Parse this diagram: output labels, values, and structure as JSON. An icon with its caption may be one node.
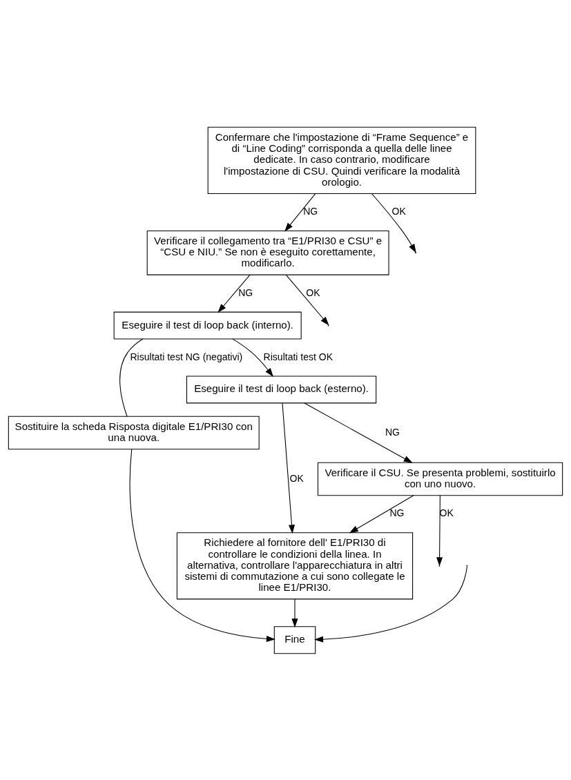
{
  "diagram": {
    "nodes": [
      {
        "text": [
          "Confermare che l'impostazione di “Frame Sequence” e di “Line Coding” corrisponda a quella delle linee dedicate. In caso contrario, modificare l'impostazione di CSU. Quindi verificare la modalità orologio."
        ]
      },
      {
        "text": [
          "Verificare il collegamento tra “E1/PRI30 e CSU” e “CSU e NIU.” Se non è eseguito corettamente, modificarlo."
        ]
      },
      {
        "text": [
          "Eseguire il test di loop back (interno)."
        ]
      },
      {
        "text": [
          "Sostituire la scheda Risposta digitale E1/PRI30 con una nuova."
        ]
      },
      {
        "text": [
          "Eseguire il test di loop back (esterno)."
        ]
      },
      {
        "text": [
          "Verificare il CSU. Se presenta problemi, sostituirlo con uno nuovo."
        ]
      },
      {
        "text": [
          "Richiedere al fornitore dell' E1/PRI30 di controllare le condizioni della linea. In alternativa, controllare l'apparecchiatura in altri sistemi di commutazione a cui sono collegate le linee E1/PRI30."
        ]
      },
      {
        "text": [
          "Fine"
        ]
      }
    ],
    "edges": [
      {
        "from": 0,
        "to": null,
        "label": "OK",
        "arrow": "to"
      },
      {
        "from": 0,
        "to": 1,
        "label": "NG",
        "arrow": "to"
      },
      {
        "from": 1,
        "to": null,
        "label": "OK",
        "arrow": "to"
      },
      {
        "from": 1,
        "to": 2,
        "label": "NG",
        "arrow": "to"
      },
      {
        "from": 2,
        "to": 3,
        "label": "Risultati test NG (negativi)",
        "arrow": "none"
      },
      {
        "from": 2,
        "to": 4,
        "label": "Risultati test OK",
        "arrow": "to"
      },
      {
        "from": 4,
        "to": 6,
        "label": "OK",
        "arrow": "to"
      },
      {
        "from": 4,
        "to": 5,
        "label": "NG",
        "arrow": "to"
      },
      {
        "from": 5,
        "to": null,
        "label": "OK",
        "arrow": "to"
      },
      {
        "from": 5,
        "to": 6,
        "label": "NG",
        "arrow": "to"
      },
      {
        "from": 3,
        "to": 7,
        "arrow": "to"
      },
      {
        "from": 6,
        "to": 7,
        "arrow": "to"
      },
      {
        "from": null,
        "to": 7,
        "arrow": "to"
      }
    ]
  }
}
